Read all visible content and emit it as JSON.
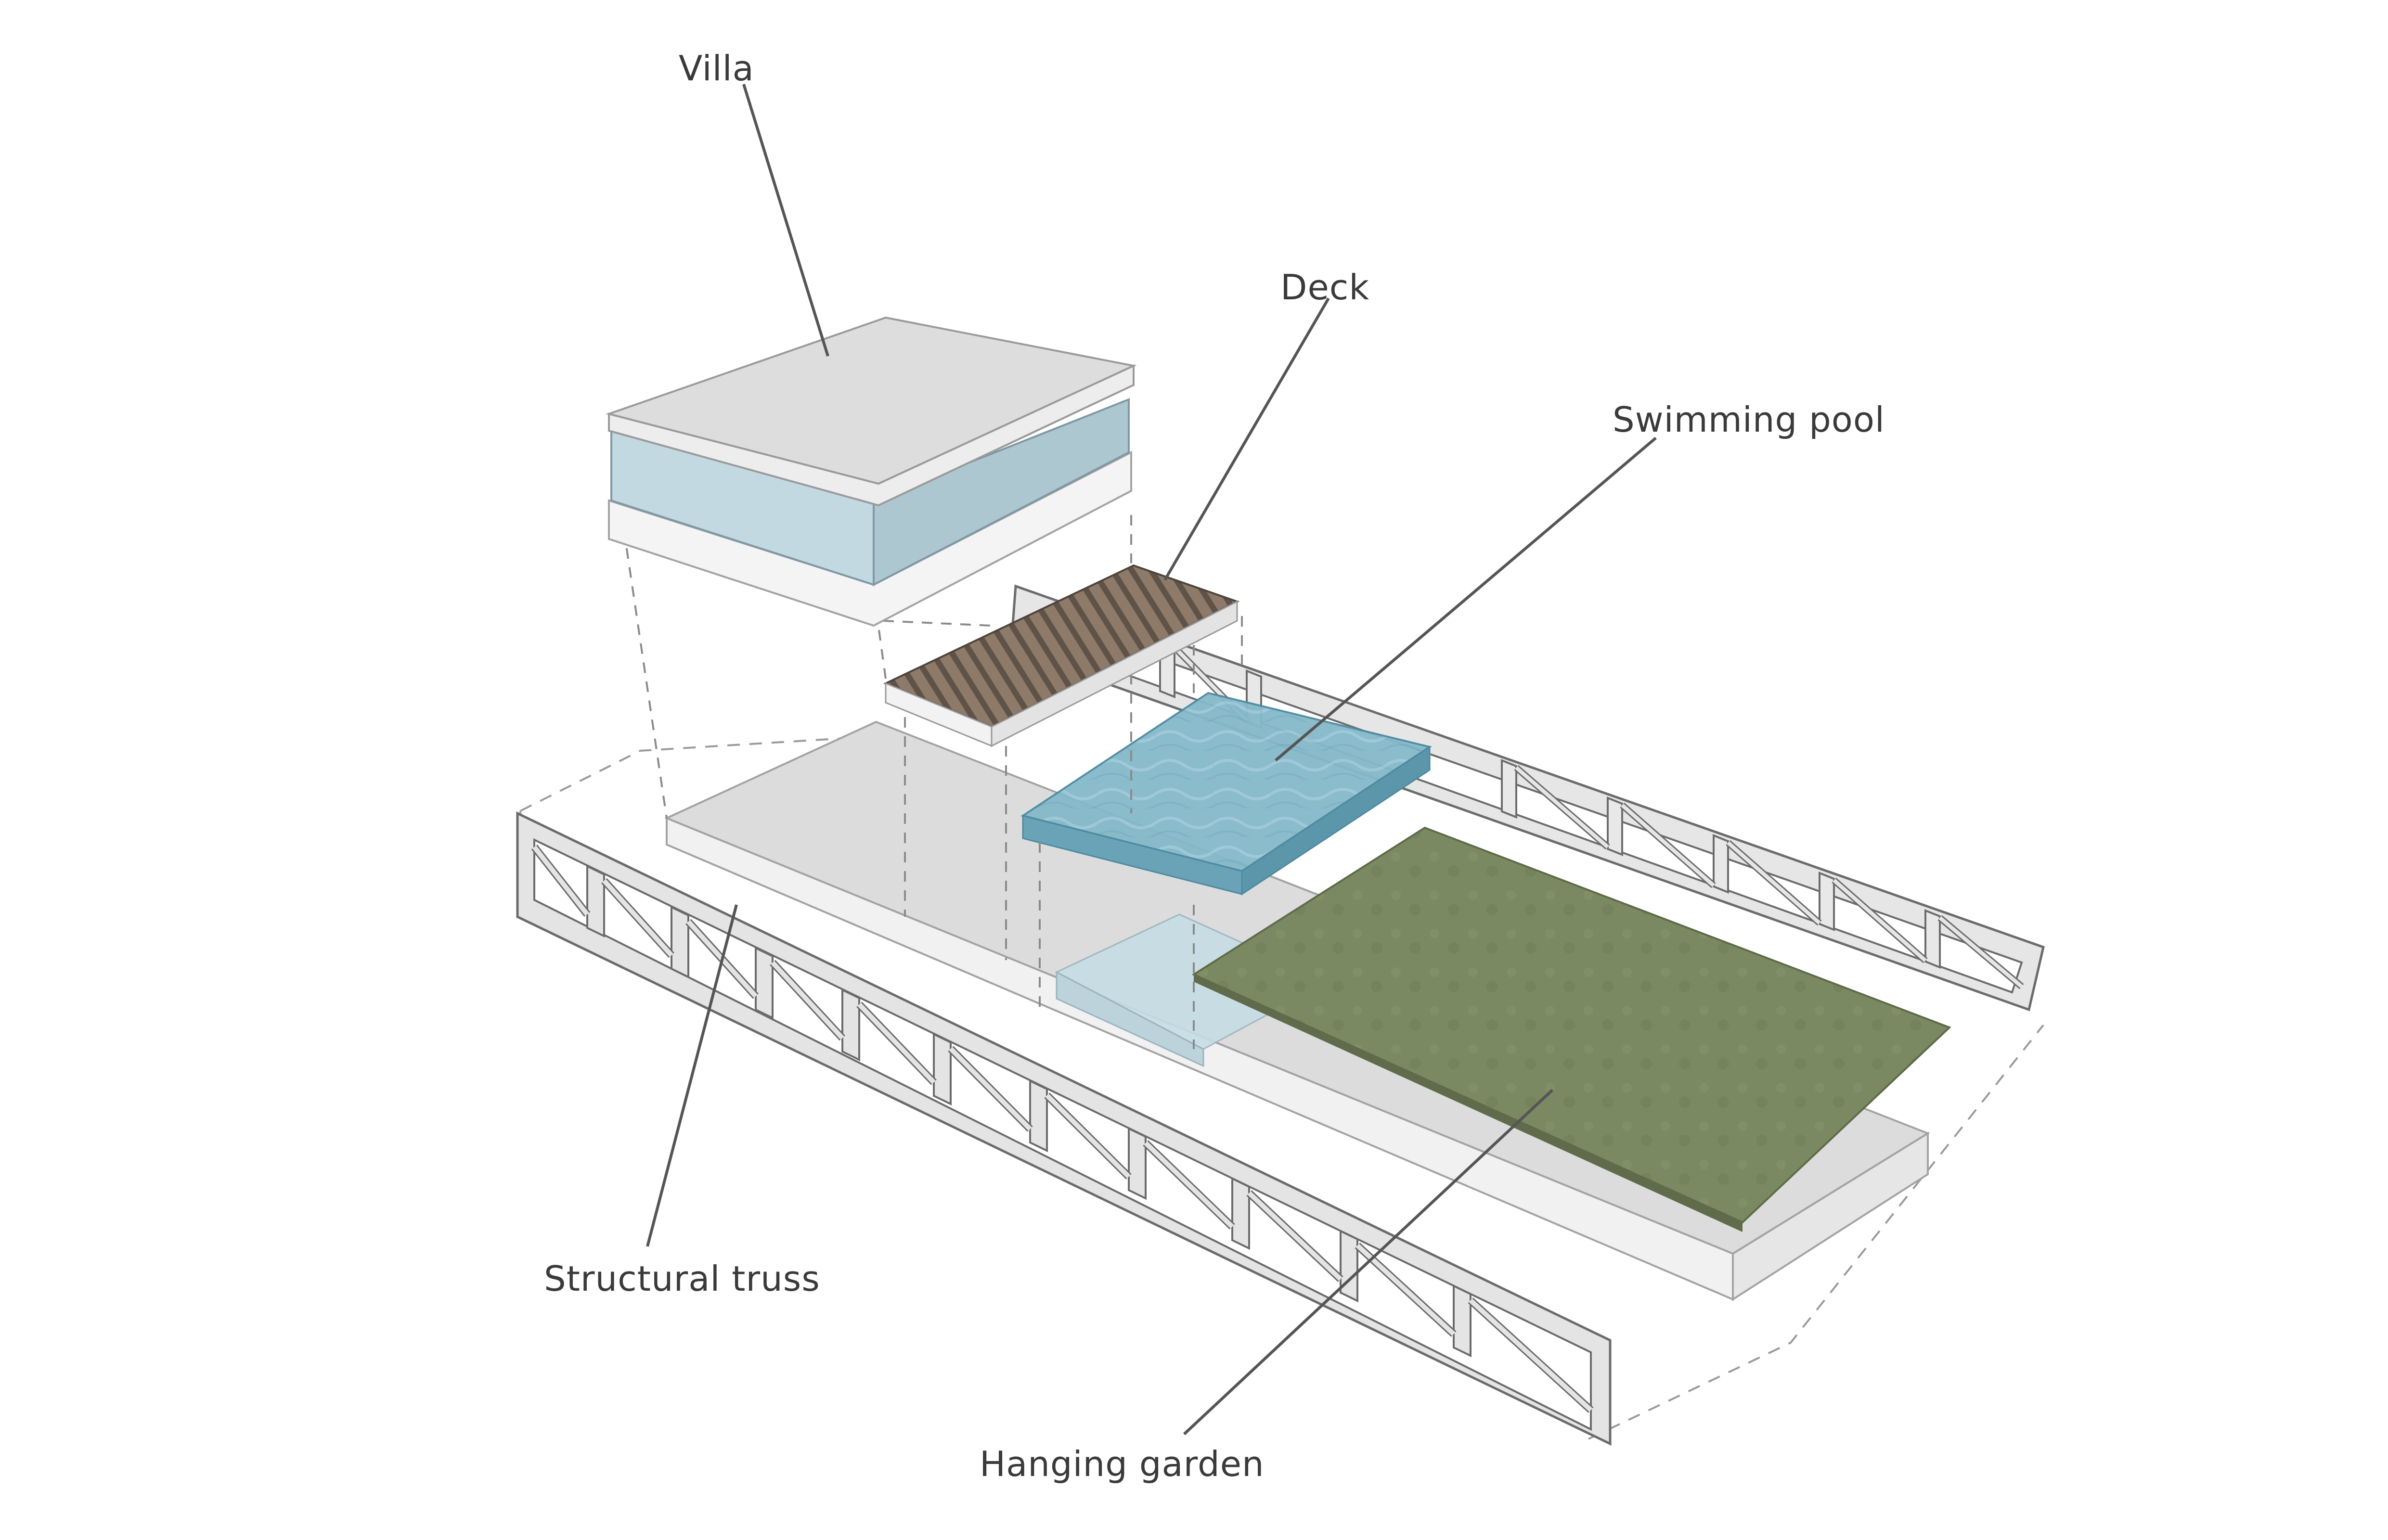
{
  "labels": {
    "villa": "Villa",
    "deck": "Deck",
    "pool": "Swimming pool",
    "truss": "Structural truss",
    "garden": "Hanging garden"
  },
  "colors": {
    "background": "#ffffff",
    "slab_top": "#dadada",
    "slab_side": "#f2f2f2",
    "outline": "#9b9b9b",
    "glass": "#c2d8e2",
    "glass_dark": "#adc8d4",
    "deck": "#8a7867",
    "deck_stripe": "#5e5046",
    "pool": "#82b7c9",
    "pool_side": "#6aa2b6",
    "garden": "#7d8b64",
    "truss_fill": "#e7e7e7",
    "truss_stroke": "#6c6c6c",
    "leader": "#555555",
    "label_text": "#3a3a3a"
  }
}
